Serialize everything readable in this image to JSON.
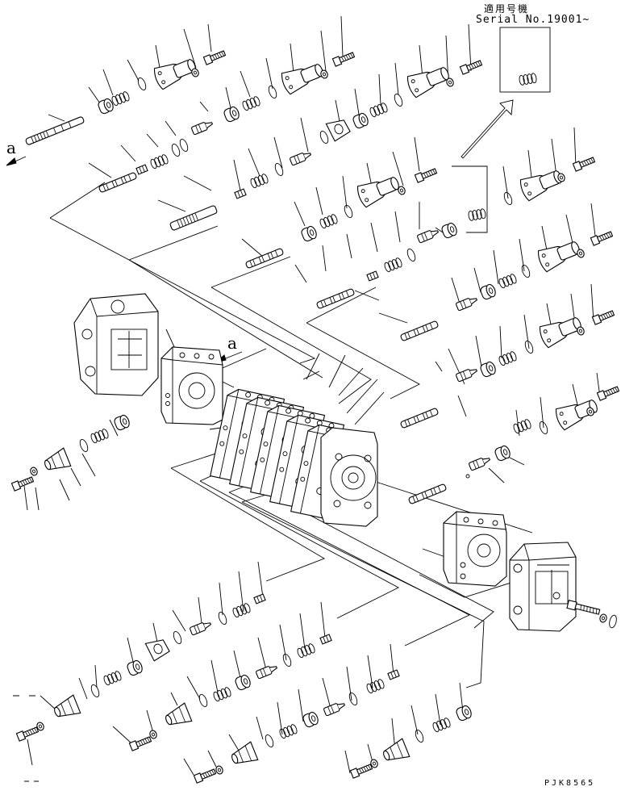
{
  "header": {
    "applicable_label": "適用号機",
    "serial_label": "Serial No.19001~"
  },
  "annotations": {
    "view_a_left": "a",
    "view_a_right": "a"
  },
  "footer": {
    "figure_code": "PJK8565"
  }
}
